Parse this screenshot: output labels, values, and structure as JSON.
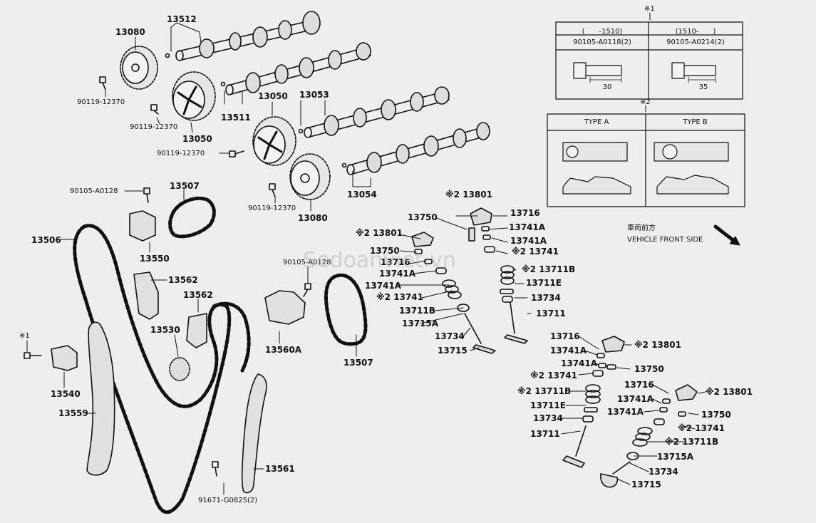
{
  "watermark": "Sedoanviet.vn",
  "labels": {
    "p13512": "13512",
    "p13080a": "13080",
    "p90119a": "90119-12370",
    "p90119b": "90119-12370",
    "p13050a": "13050",
    "p13511": "13511",
    "p13050b": "13050",
    "p13053": "13053",
    "p90119c": "90119-12370",
    "p13054": "13054",
    "p90119d": "90119-12370",
    "p13080b": "13080",
    "p90105a": "90105-A0128",
    "p13507a": "13507",
    "p13506": "13506",
    "p13550": "13550",
    "p13562a": "13562",
    "p13562b": "13562",
    "p13530": "13530",
    "p90105b": "90105-A0128",
    "p13560a": "13560A",
    "p13507b": "13507",
    "pnote1": "※1",
    "p13540": "13540",
    "p13559": "13559",
    "p13561": "13561",
    "p91671": "91671-G0825(2)",
    "g1_13801": "※2 13801",
    "g1_13750": "13750",
    "g1_13716": "13716",
    "g1_13741a1": "13741A",
    "g1_13741a2": "13741A",
    "g1_13741": "※2 13741",
    "g1_13711b": "※2 13711B",
    "g1_13711e": "13711E",
    "g1_13734": "13734",
    "g1_13711": "13711",
    "g2_13801": "※2 13801",
    "g2_13750": "13750",
    "g2_13716": "13716",
    "g2_13741a1": "13741A",
    "g2_13741a2": "13741A",
    "g2_13741": "※2 13741",
    "g2_13711b": "13711B",
    "g2_13715a": "13715A",
    "g2_13734": "13734",
    "g2_13715": "13715",
    "g3_13716": "13716",
    "g3_13741a1": "13741A",
    "g3_13741a2": "13741A",
    "g3_13741": "※2 13741",
    "g3_13711b": "※2 13711B",
    "g3_13711e": "13711E",
    "g3_13734": "13734",
    "g3_13711": "13711",
    "g3_13801": "※2 13801",
    "g3_13750": "13750",
    "g4_13716": "13716",
    "g4_13741a1": "13741A",
    "g4_13741a2": "13741A",
    "g4_13801": "※2 13801",
    "g4_13750": "13750",
    "g4_13741": "※2 13741",
    "g4_13711b": "※2 13711B",
    "g4_13715a": "13715A",
    "g4_13734": "13734",
    "g4_13715": "13715"
  },
  "front": {
    "jp": "車両前方",
    "en": "VEHICLE FRONT SIDE"
  },
  "note1_table": {
    "mark": "※1",
    "col1_range": "(　　-1510)",
    "col2_range": "(1510-　　)",
    "col1_part": "90105-A0118(2)",
    "col2_part": "90105-A0214(2)",
    "col1_len": "30",
    "col2_len": "35"
  },
  "note2_table": {
    "mark": "※2",
    "type_a": "TYPE A",
    "type_b": "TYPE B"
  }
}
